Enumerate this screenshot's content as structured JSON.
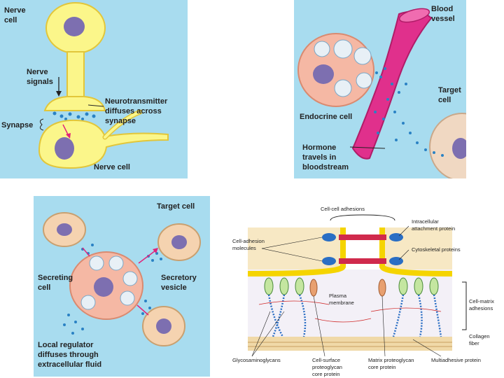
{
  "panel_nerve": {
    "nerve_cell_top": [
      "Nerve",
      "cell"
    ],
    "nerve_signals": [
      "Nerve",
      "signals"
    ],
    "neurotransmitter": [
      "Neurotransmitter",
      "diffuses across",
      "synapse"
    ],
    "synapse": "Synapse",
    "nerve_cell_bottom": "Nerve cell"
  },
  "panel_endocrine": {
    "blood_vessel": [
      "Blood",
      "vessel"
    ],
    "target_cell": [
      "Target",
      "cell"
    ],
    "endocrine_cell": "Endocrine cell",
    "hormone": [
      "Hormone",
      "travels in",
      "bloodstream"
    ]
  },
  "panel_local": {
    "target_cell": "Target cell",
    "secreting_cell": [
      "Secreting",
      "cell"
    ],
    "secretory_vesicle": [
      "Secretory",
      "vesicle"
    ],
    "local_regulator": [
      "Local regulator",
      "diffuses through",
      "extracellular fluid"
    ]
  },
  "panel_adhesion": {
    "cell_cell_adhesions": "Cell-cell adhesions",
    "intracellular_protein": [
      "Intracellular",
      "attachment protein"
    ],
    "cell_adhesion_molecules": [
      "Cell-adhesion",
      "molecules"
    ],
    "cytoskeletal_proteins": "Cytoskeletal proteins",
    "plasma_membrane": [
      "Plasma",
      "membrane"
    ],
    "cell_matrix_adhesions": [
      "Cell-matrix",
      "adhesions"
    ],
    "collagen_fiber": [
      "Collagen",
      "fiber"
    ],
    "glycosaminoglycans": "Glycosaminoglycans",
    "cell_surface_proteoglycan": [
      "Cell-surface",
      "proteoglycan",
      "core protein"
    ],
    "matrix_proteoglycan": [
      "Matrix proteoglycan",
      "core protein"
    ],
    "multiadhesive_protein": "Multiadhesive protein"
  }
}
